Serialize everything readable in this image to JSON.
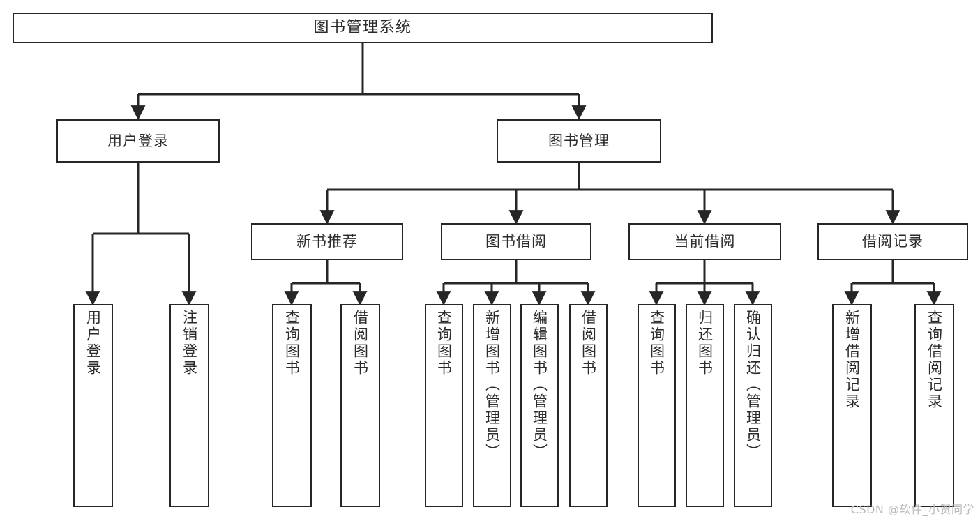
{
  "diagram": {
    "title": "图书管理系统",
    "type": "tree-hierarchy",
    "watermark": "CSDN @软件_小贺同学",
    "colors": {
      "box_border": "#262626",
      "box_fill": "#ffffff",
      "text": "#2b2b2b",
      "edge": "#262626",
      "watermark": "#b9b9b9",
      "background": "#ffffff"
    },
    "nodes": {
      "root": {
        "label": "图书管理系统"
      },
      "level2": [
        {
          "label": "用户登录"
        },
        {
          "label": "图书管理"
        }
      ],
      "level3": [
        {
          "label": "新书推荐"
        },
        {
          "label": "图书借阅"
        },
        {
          "label": "当前借阅"
        },
        {
          "label": "借阅记录"
        }
      ],
      "leaves": {
        "user_login": [
          {
            "label": "用户登录"
          },
          {
            "label": "注销登录"
          }
        ],
        "new_book_recommend": [
          {
            "label": "查询图书"
          },
          {
            "label": "借阅图书"
          }
        ],
        "book_borrow": [
          {
            "label": "查询图书"
          },
          {
            "label": "新增图书（管理员）"
          },
          {
            "label": "编辑图书（管理员）"
          },
          {
            "label": "借阅图书"
          }
        ],
        "current_borrow": [
          {
            "label": "查询图书"
          },
          {
            "label": "归还图书"
          },
          {
            "label": "确认归还（管理员）"
          }
        ],
        "borrow_record": [
          {
            "label": "新增借阅记录"
          },
          {
            "label": "查询借阅记录"
          }
        ]
      }
    }
  }
}
